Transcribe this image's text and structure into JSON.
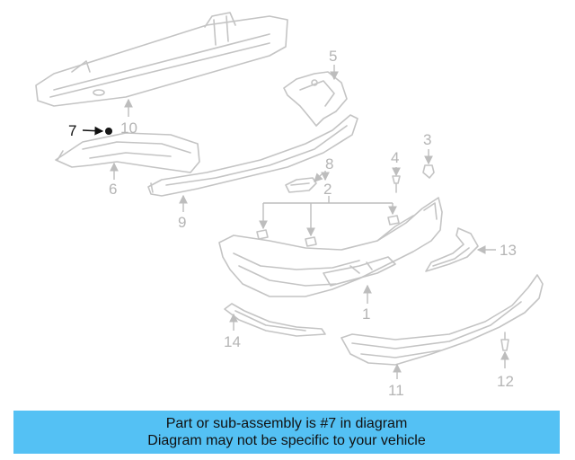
{
  "callouts": {
    "c1": "1",
    "c2": "2",
    "c3": "3",
    "c4": "4",
    "c5": "5",
    "c6": "6",
    "c7": "7",
    "c8": "8",
    "c9": "9",
    "c10": "10",
    "c11": "11",
    "c12": "12",
    "c13": "13",
    "c14": "14"
  },
  "highlighted_part": "7",
  "colors": {
    "banner_background": "#54c1f4",
    "line_art": "#c4c4c4",
    "highlight": "#111111"
  },
  "banner": {
    "line1": "Part or sub-assembly is #7 in diagram",
    "line2": "Diagram may not be specific to your vehicle"
  }
}
